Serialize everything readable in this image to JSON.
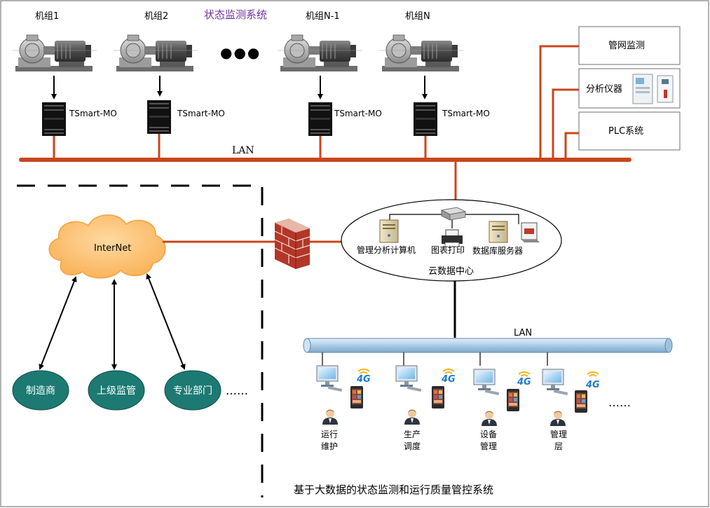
{
  "colors": {
    "lan_line": "#c9461b",
    "frame": "#7f7f7f",
    "cloud_fill": "#fbc36f",
    "ellipse_fill": "#1c7a73",
    "bus_fill": "#b8d6ec",
    "title_purple": "#7030a0"
  },
  "top": {
    "title": "状态监测系统",
    "units": [
      {
        "label": "机组1",
        "device": "TSmart-MO"
      },
      {
        "label": "机组2",
        "device": "TSmart-MO"
      },
      {
        "label": "机组N-1",
        "device": "TSmart-MO"
      },
      {
        "label": "机组N",
        "device": "TSmart-MO"
      }
    ],
    "ellipsis": "●●●",
    "lan": "LAN"
  },
  "right_boxes": [
    {
      "label": "管网监测"
    },
    {
      "label": "分析仪器"
    },
    {
      "label": "PLC系统"
    }
  ],
  "internet": {
    "cloud_label": "InterNet",
    "nodes": [
      {
        "label": "制造商"
      },
      {
        "label": "上级监管"
      },
      {
        "label": "专业部门"
      }
    ],
    "ellipsis": "……"
  },
  "datacenter": {
    "label": "云数据中心",
    "items": [
      {
        "label": "管理分析计算机",
        "icon": "server-icon"
      },
      {
        "label": "图表打印",
        "icon": "printer-icon"
      },
      {
        "label": "数据库服务器",
        "icon": "database-server-icon"
      }
    ]
  },
  "bottom": {
    "lan": "LAN",
    "signal": "4G",
    "terminals": [
      {
        "line1": "运行",
        "line2": "维护"
      },
      {
        "line1": "生产",
        "line2": "调度"
      },
      {
        "line1": "设备",
        "line2": "管理"
      },
      {
        "line1": "管理",
        "line2": "层"
      }
    ],
    "ellipsis": "……",
    "caption": "基于大数据的状态监测和运行质量管控系统"
  }
}
